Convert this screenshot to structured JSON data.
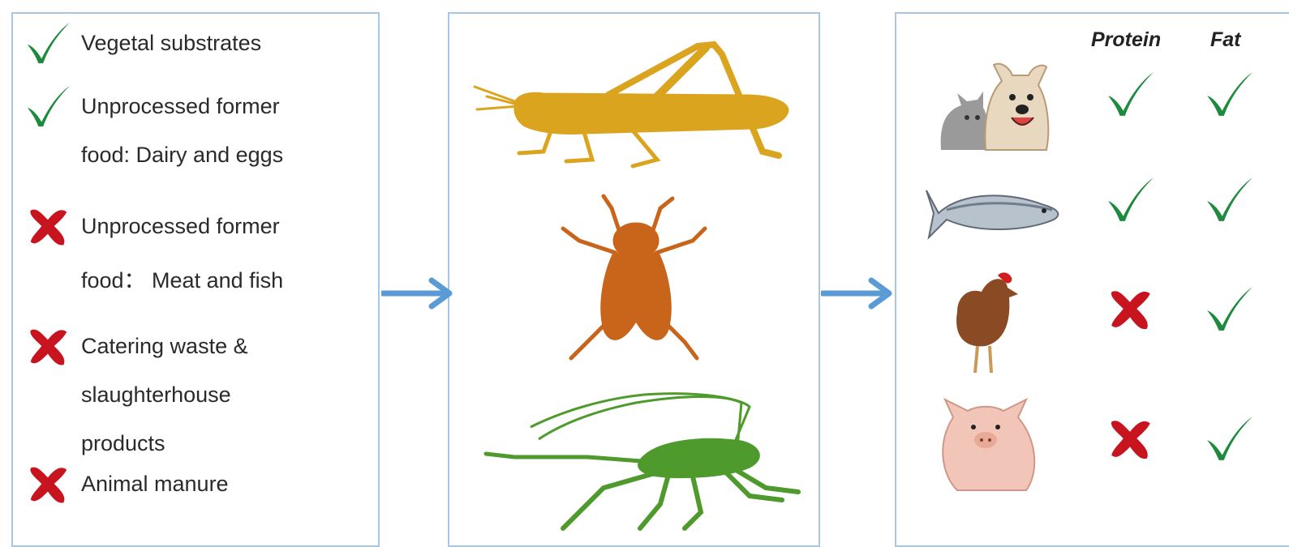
{
  "substrates": [
    {
      "status": "check",
      "lines": [
        "Vegetal substrates"
      ]
    },
    {
      "status": "check",
      "lines": [
        "Unprocessed former",
        "food: Dairy and eggs"
      ]
    },
    {
      "status": "cross",
      "lines": [
        "Unprocessed former",
        "food： Meat and fish"
      ]
    },
    {
      "status": "cross",
      "lines": [
        "Catering waste &",
        "slaughterhouse",
        "products"
      ]
    },
    {
      "status": "cross",
      "lines": [
        "Animal manure"
      ]
    }
  ],
  "insects": [
    "grasshopper",
    "fly",
    "cricket"
  ],
  "table": {
    "headers": {
      "protein": "Protein",
      "fat": "Fat"
    },
    "rows": [
      {
        "animal": "pets (dog and cat)",
        "protein": "check",
        "fat": "check"
      },
      {
        "animal": "fish",
        "protein": "check",
        "fat": "check"
      },
      {
        "animal": "chicken",
        "protein": "cross",
        "fat": "check"
      },
      {
        "animal": "pig",
        "protein": "cross",
        "fat": "check"
      }
    ]
  },
  "colors": {
    "check": "#1e8a3e",
    "cross": "#c8141e",
    "arrow": "#5b9bd5",
    "border": "#a9c6e2",
    "grasshopper": "#dba41f",
    "fly": "#c9641b",
    "cricket": "#4e9a2c"
  },
  "icons": {
    "check": "check-icon",
    "cross": "cross-icon"
  }
}
